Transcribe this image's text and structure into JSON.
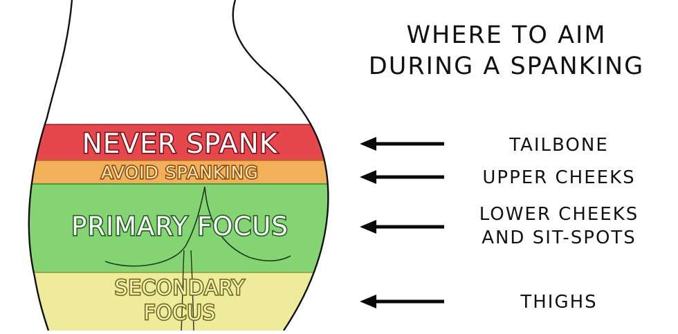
{
  "title": {
    "line1": "WHERE TO AIM",
    "line2": "DURING A SPANKING"
  },
  "zones": [
    {
      "id": "never",
      "label_lines": [
        "NEVER SPANK"
      ],
      "fill": "#e6474c",
      "edge": "#a51c22",
      "text_fill": "#ffffff",
      "glow": "#7d0f14"
    },
    {
      "id": "avoid",
      "label_lines": [
        "AVOID SPANKING"
      ],
      "fill": "#f3b05a",
      "edge": "#b86f18",
      "text_fill": "#f7e3b8",
      "glow": "#8a4a08"
    },
    {
      "id": "primary",
      "label_lines": [
        "PRIMARY FOCUS"
      ],
      "fill": "#84d474",
      "edge": "#2b8a2b",
      "text_fill": "#ffffff",
      "glow": "#1d5e1d"
    },
    {
      "id": "secondary",
      "label_lines": [
        "SECONDARY",
        "FOCUS"
      ],
      "fill": "#eeeb9a",
      "edge": "#9a9530",
      "text_fill": "#f2efb8",
      "glow": "#6e6a18"
    }
  ],
  "callouts": [
    {
      "zone": "never",
      "lines": [
        "TAILBONE"
      ]
    },
    {
      "zone": "avoid",
      "lines": [
        "UPPER CHEEKS"
      ]
    },
    {
      "zone": "primary",
      "lines": [
        "LOWER CHEEKS",
        "AND SIT-SPOTS"
      ]
    },
    {
      "zone": "secondary",
      "lines": [
        "THIGHS"
      ]
    }
  ],
  "colors": {
    "outline": "#111111",
    "arrow": "#0a0a0a",
    "text": "#111111",
    "background": "#ffffff"
  }
}
